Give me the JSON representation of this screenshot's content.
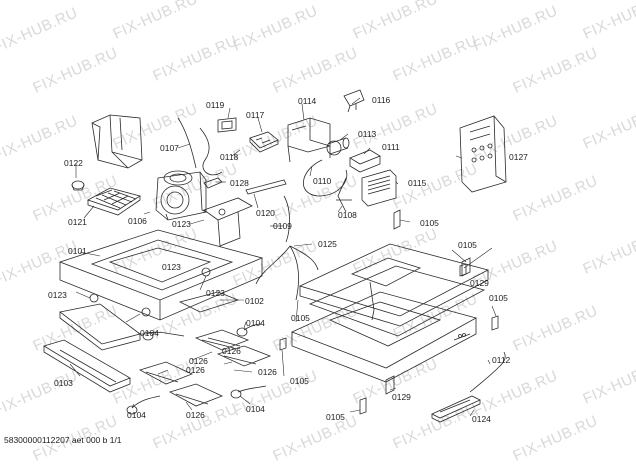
{
  "watermark": "FIX-HUB.RU",
  "footer_text": "58300000112207 aet 000 b 1/1",
  "part_labels": [
    "0119",
    "0117",
    "0114",
    "0116",
    "0107",
    "0113",
    "0111",
    "0127",
    "0122",
    "0118",
    "0128",
    "0110",
    "0115",
    "0121",
    "0106",
    "0123",
    "0120",
    "0108",
    "0105",
    "0109",
    "0125",
    "0101",
    "0123",
    "0129",
    "0105",
    "0102",
    "0123",
    "0105",
    "0123",
    "0104",
    "0104",
    "0105",
    "0103",
    "0126",
    "0126",
    "0126",
    "0126",
    "0105",
    "0112",
    "0129",
    "0104",
    "0126",
    "0104",
    "0105",
    "0124"
  ]
}
